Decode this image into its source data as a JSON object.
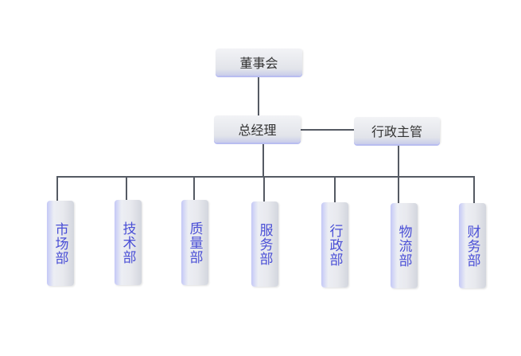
{
  "top": {
    "board": "董事会",
    "gm": "总经理",
    "admin_supervisor": "行政主管"
  },
  "departments": [
    "市场部",
    "技术部",
    "质量部",
    "服务部",
    "行政部",
    "物流部",
    "财务部"
  ],
  "colors": {
    "line": "#555a63",
    "dept_text": "#4a4fd6",
    "node_text": "#333333"
  }
}
